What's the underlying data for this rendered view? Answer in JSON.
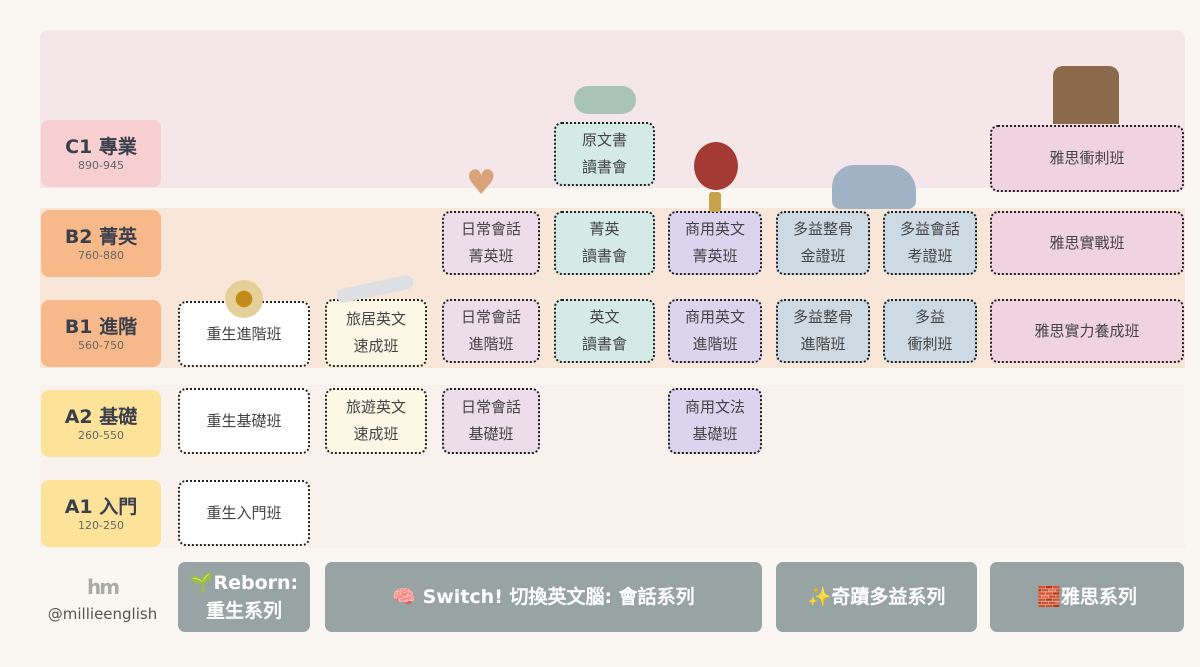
{
  "levels": [
    {
      "name": "C1 專業",
      "range": "890-945",
      "color": "#f7cfd0"
    },
    {
      "name": "B2 菁英",
      "range": "760-880",
      "color": "#f8b98a"
    },
    {
      "name": "B1 進階",
      "range": "560-750",
      "color": "#f8b98a"
    },
    {
      "name": "A2 基礎",
      "range": "260-550",
      "color": "#fde39a"
    },
    {
      "name": "A1 入門",
      "range": "120-250",
      "color": "#fde39a"
    }
  ],
  "cells": {
    "c1_book": "原文書\n讀書會",
    "c1_ielts": "雅思衝刺班",
    "b2_daily": "日常會話\n菁英班",
    "b2_book": "菁英\n讀書會",
    "b2_biz": "商用英文\n菁英班",
    "b2_toeic_gold": "多益整骨\n金證班",
    "b2_toeic_exam": "多益會話\n考證班",
    "b2_ielts": "雅思實戰班",
    "b1_reborn": "重生進階班",
    "b1_travel": "旅居英文\n速成班",
    "b1_daily": "日常會話\n進階班",
    "b1_book": "英文\n讀書會",
    "b1_biz": "商用英文\n進階班",
    "b1_toeic": "多益整骨\n進階班",
    "b1_toeic_sprint": "多益\n衝刺班",
    "b1_ielts": "雅思實力養成班",
    "a2_reborn": "重生基礎班",
    "a2_travel": "旅遊英文\n速成班",
    "a2_daily": "日常會話\n基礎班",
    "a2_biz": "商用文法\n基礎班",
    "a1_reborn": "重生入門班"
  },
  "series": {
    "reborn": "🌱Reborn:\n重生系列",
    "switch": "🧠 Switch! 切換英文腦: 會話系列",
    "toeic": "✨奇蹟多益系列",
    "ielts": "🧱雅思系列"
  },
  "brand": {
    "logo": "hm",
    "handle": "@millieenglish"
  }
}
